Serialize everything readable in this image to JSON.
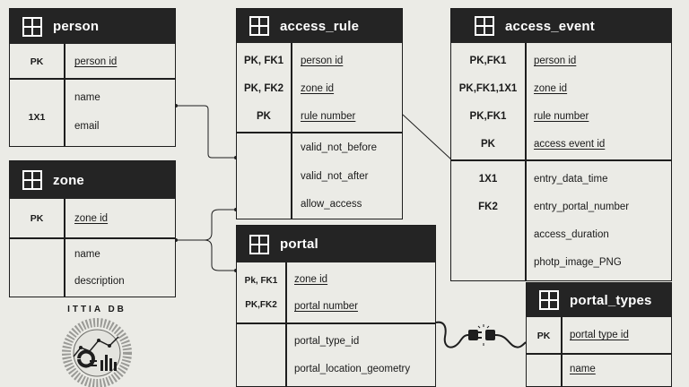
{
  "tables": {
    "person": {
      "title": "person",
      "rows": [
        {
          "key": "PK",
          "field": "person id"
        },
        {
          "key": "1X1",
          "fields": [
            "name",
            "email"
          ]
        }
      ]
    },
    "zone": {
      "title": "zone",
      "rows": [
        {
          "key": "PK",
          "field": "zone id"
        },
        {
          "fields": [
            "name",
            "description"
          ]
        }
      ]
    },
    "access_rule": {
      "title": "access_rule",
      "keys": [
        "PK, FK1",
        "PK, FK2",
        "PK"
      ],
      "key_fields": [
        "person id",
        "zone id",
        "rule number"
      ],
      "fields": [
        "valid_not_before",
        "valid_not_after",
        "allow_access"
      ]
    },
    "access_event": {
      "title": "access_event",
      "keys": [
        "PK,FK1",
        "PK,FK1,1X1",
        "PK,FK1",
        "PK"
      ],
      "key_fields": [
        "person id",
        "zone id",
        "rule number",
        "access event id"
      ],
      "attr_keys": [
        "1X1",
        "FK2"
      ],
      "fields": [
        "entry_data_time",
        "entry_portal_number",
        "access_duration",
        "photp_image_PNG"
      ]
    },
    "portal": {
      "title": "portal",
      "keys": [
        "Pk, FK1",
        "PK,FK2"
      ],
      "key_fields": [
        "zone id ",
        "portal number"
      ],
      "fields": [
        "portal_type_id",
        "portal_location_geometry"
      ]
    },
    "portal_types": {
      "title": "portal_types",
      "keys": [
        "PK"
      ],
      "key_fields": [
        "portal type id"
      ],
      "fields": [
        "name"
      ]
    }
  },
  "logo": {
    "text": "ITTIA DB"
  },
  "colors": {
    "background": "#ebebe6",
    "header": "#242424",
    "line": "#1e1e1e"
  }
}
